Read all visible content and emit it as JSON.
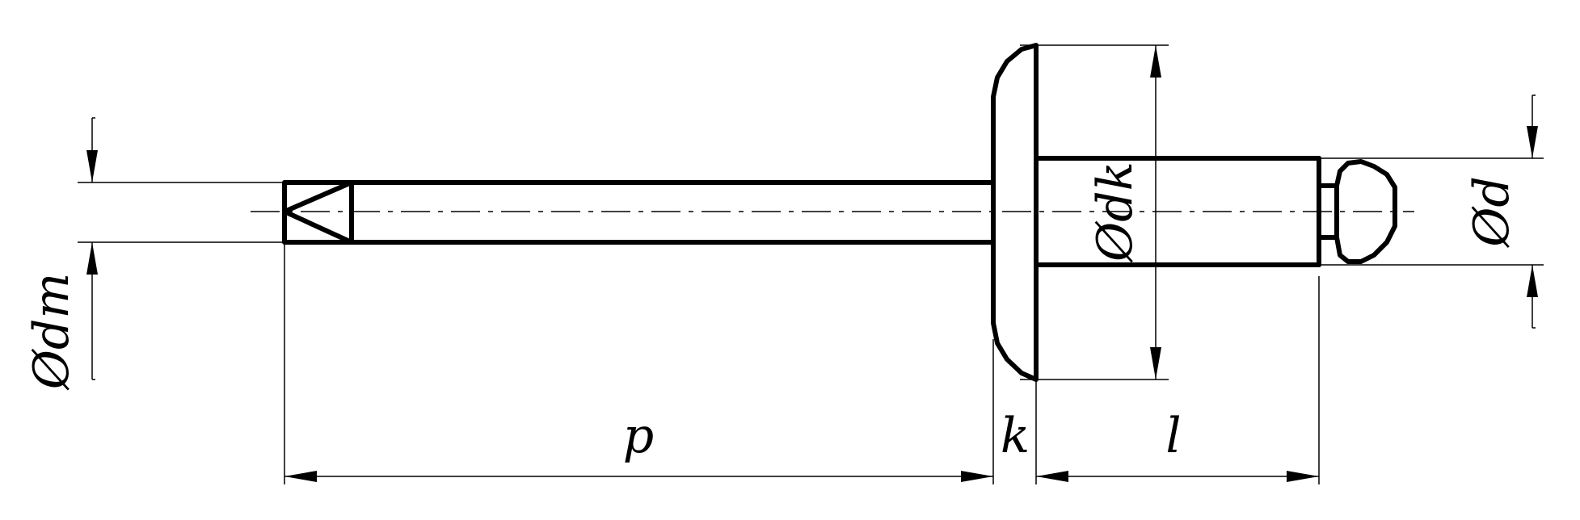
{
  "labels": {
    "p": "p",
    "k": "k",
    "l": "l",
    "dm": "Ødm",
    "dk": "Ødk",
    "d": "Ød"
  },
  "colors": {
    "line": "#000000",
    "background": "#ffffff"
  }
}
